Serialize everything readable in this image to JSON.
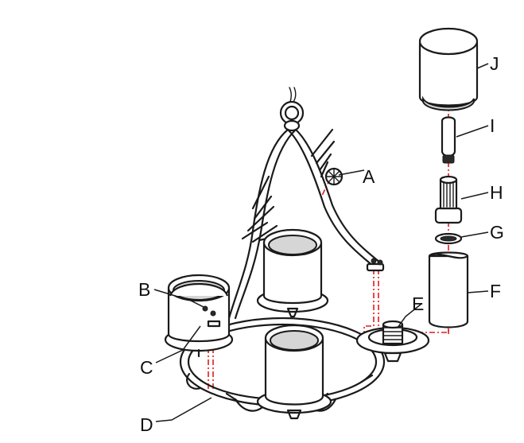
{
  "labels": {
    "A": "A",
    "B": "B",
    "C": "C",
    "D": "D",
    "E": "E",
    "F": "F",
    "G": "G",
    "H": "H",
    "I": "I",
    "J": "J"
  },
  "colors": {
    "line": "#1a1a1a",
    "guide": "#e21c1c",
    "background": "#ffffff"
  }
}
